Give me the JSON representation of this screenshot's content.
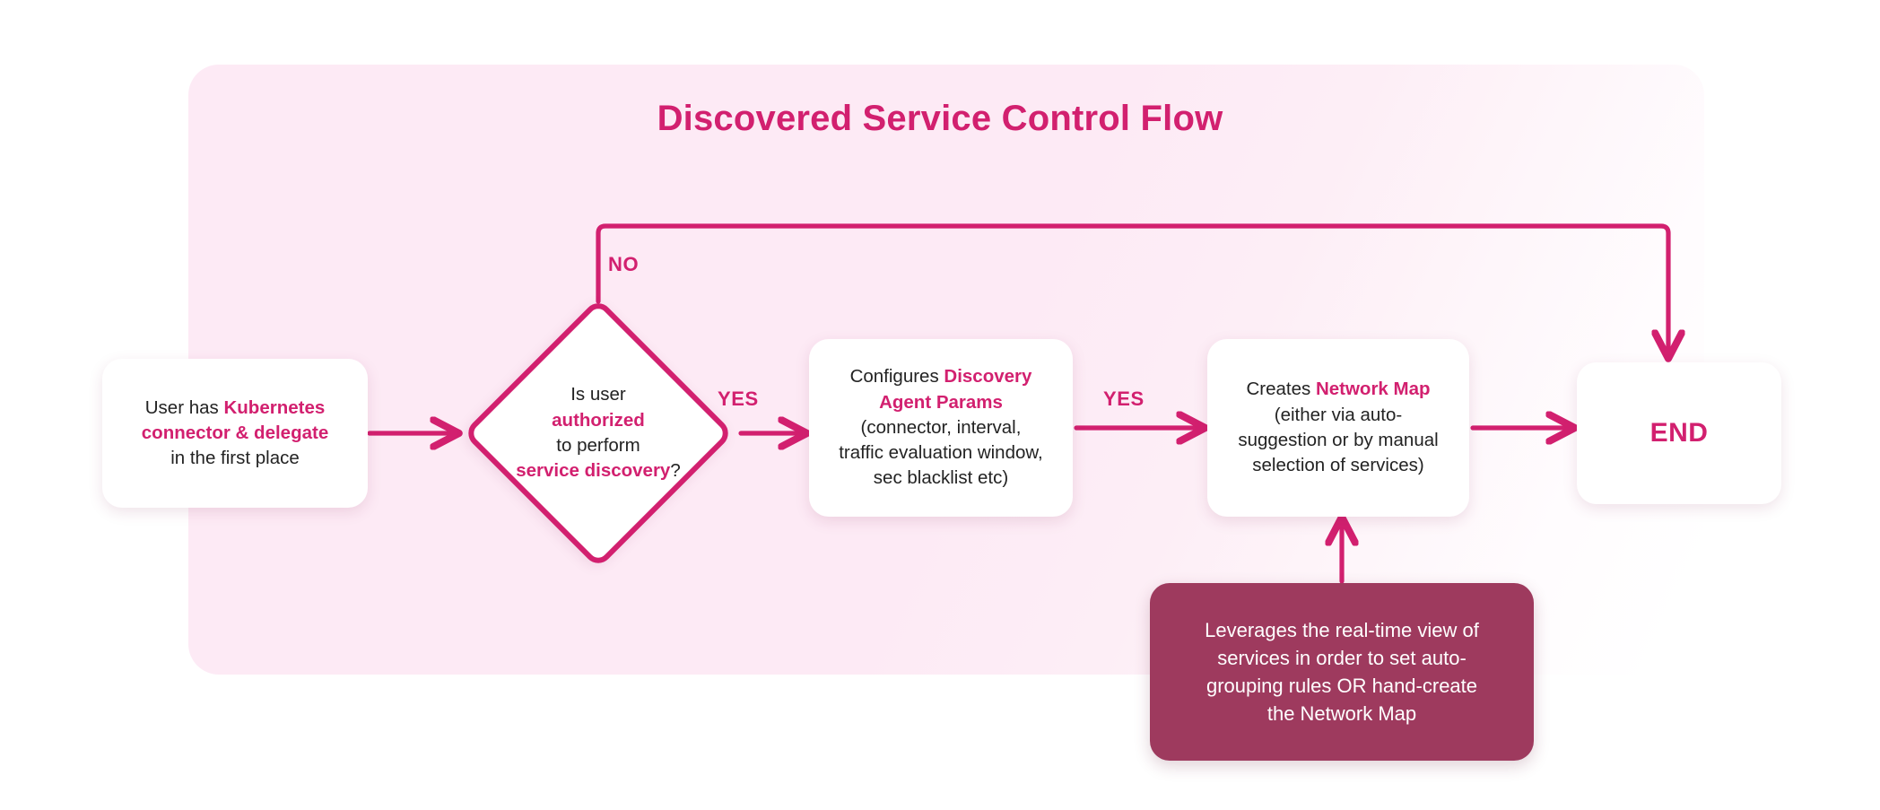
{
  "diagram": {
    "title": "Discovered Service Control Flow",
    "colors": {
      "panel_background": "#fdeaf5",
      "accent": "#d2206f",
      "note_background": "#9e3a5e",
      "node_background": "#ffffff",
      "body_text": "#232323",
      "canvas": "#ffffff"
    },
    "nodes": {
      "start": {
        "type": "process",
        "lines": [
          {
            "parts": [
              {
                "text": "User has ",
                "emphasis": false
              },
              {
                "text": "Kubernetes",
                "emphasis": true
              }
            ]
          },
          {
            "parts": [
              {
                "text": "connector & delegate",
                "emphasis": true
              }
            ]
          },
          {
            "parts": [
              {
                "text": "in the first place",
                "emphasis": false
              }
            ]
          }
        ],
        "plain": "User has Kubernetes connector & delegate in the first place"
      },
      "decision": {
        "type": "decision",
        "lines": [
          {
            "parts": [
              {
                "text": "Is user",
                "emphasis": false
              }
            ]
          },
          {
            "parts": [
              {
                "text": "authorized",
                "emphasis": true
              }
            ]
          },
          {
            "parts": [
              {
                "text": "to perform",
                "emphasis": false
              }
            ]
          },
          {
            "parts": [
              {
                "text": "service discovery",
                "emphasis": true
              },
              {
                "text": "?",
                "emphasis": false
              }
            ]
          }
        ],
        "plain": "Is user authorized to perform service discovery?"
      },
      "params": {
        "type": "process",
        "lines": [
          {
            "parts": [
              {
                "text": "Configures ",
                "emphasis": false
              },
              {
                "text": "Discovery",
                "emphasis": true
              }
            ]
          },
          {
            "parts": [
              {
                "text": "Agent Params",
                "emphasis": true
              }
            ]
          },
          {
            "parts": [
              {
                "text": "(connector, interval,",
                "emphasis": false
              }
            ]
          },
          {
            "parts": [
              {
                "text": "traffic evaluation window,",
                "emphasis": false
              }
            ]
          },
          {
            "parts": [
              {
                "text": "sec blacklist etc)",
                "emphasis": false
              }
            ]
          }
        ],
        "plain": "Configures Discovery Agent Params (connector, interval, traffic evaluation window, sec blacklist etc)"
      },
      "map": {
        "type": "process",
        "lines": [
          {
            "parts": [
              {
                "text": "Creates ",
                "emphasis": false
              },
              {
                "text": "Network Map",
                "emphasis": true
              }
            ]
          },
          {
            "parts": [
              {
                "text": "(either via auto-",
                "emphasis": false
              }
            ]
          },
          {
            "parts": [
              {
                "text": "suggestion or by manual",
                "emphasis": false
              }
            ]
          },
          {
            "parts": [
              {
                "text": "selection of services)",
                "emphasis": false
              }
            ]
          }
        ],
        "plain": "Creates Network Map (either via auto-suggestion or by manual selection of services)"
      },
      "end": {
        "type": "terminator",
        "label": "END"
      },
      "note": {
        "type": "annotation",
        "lines": [
          "Leverages the real-time view of",
          "services in order to set auto-",
          "grouping rules OR hand-create",
          "the Network Map"
        ],
        "plain": "Leverages the real-time view of services in order to set auto-grouping rules OR hand-create the Network Map"
      }
    },
    "edges": [
      {
        "id": "start-to-decision",
        "from": "start",
        "to": "decision",
        "label": "",
        "direction": "right"
      },
      {
        "id": "decision-no-to-end",
        "from": "decision",
        "to": "end",
        "label": "NO",
        "direction": "up-right-down"
      },
      {
        "id": "decision-yes-to-params",
        "from": "decision",
        "to": "params",
        "label": "YES",
        "direction": "right"
      },
      {
        "id": "params-to-map",
        "from": "params",
        "to": "map",
        "label": "YES",
        "direction": "right"
      },
      {
        "id": "map-to-end",
        "from": "map",
        "to": "end",
        "label": "",
        "direction": "right"
      },
      {
        "id": "note-to-map",
        "from": "note",
        "to": "map",
        "label": "",
        "direction": "up"
      }
    ],
    "edge_labels": {
      "no": "NO",
      "yes_first": "YES",
      "yes_second": "YES"
    }
  }
}
